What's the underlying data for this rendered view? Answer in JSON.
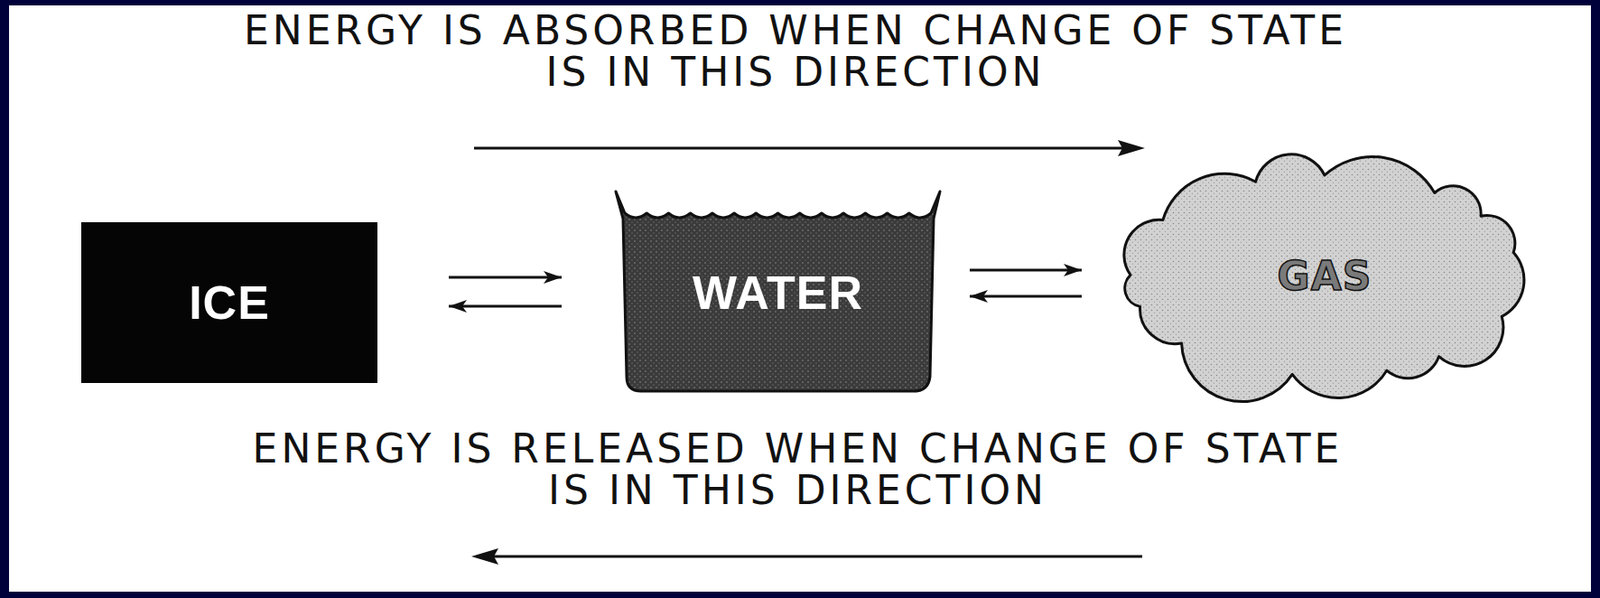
{
  "diagram": {
    "nodes": [
      {
        "text": [
          "ICE"
        ]
      },
      {
        "text": [
          "WATER"
        ]
      },
      {
        "text": [
          "GAS"
        ]
      }
    ],
    "edges": [
      {
        "from": 0,
        "to": 1,
        "arrow": "to"
      },
      {
        "from": 1,
        "to": 0,
        "arrow": "to"
      },
      {
        "from": 1,
        "to": 2,
        "arrow": "to"
      },
      {
        "from": 2,
        "to": 1,
        "arrow": "to"
      }
    ],
    "labels": [
      "ENERGY IS ABSORBED WHEN CHANGE OF STATE IS IN THIS DIRECTION",
      "ENERGY IS RELEASED WHEN CHANGE OF STATE IS IN THIS DIRECTION"
    ]
  }
}
